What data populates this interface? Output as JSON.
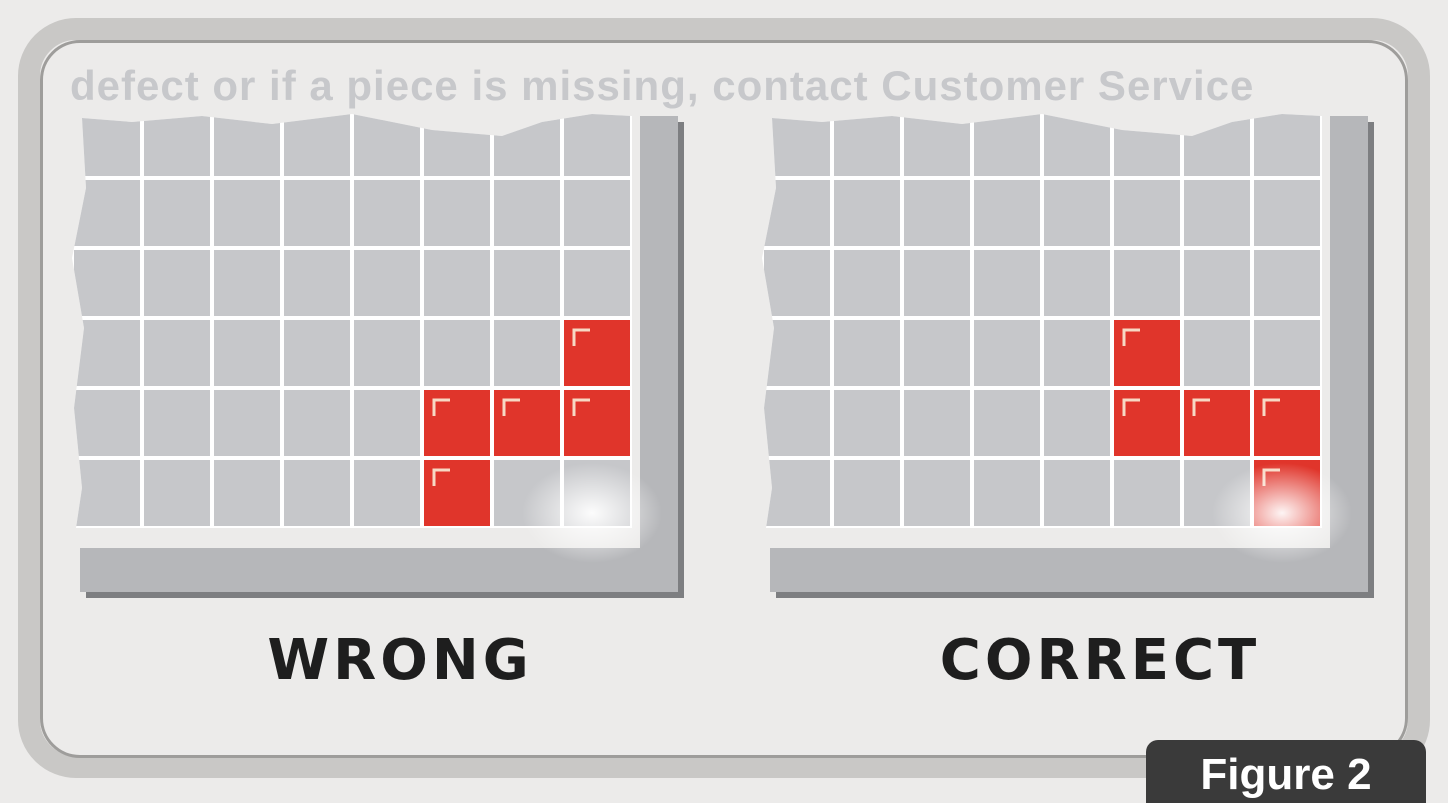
{
  "background_text": "defect or if a piece is missing, contact Customer Service",
  "boards": [
    {
      "label": "WRONG",
      "highlighted_cells": [
        [
          3,
          7
        ],
        [
          4,
          5
        ],
        [
          4,
          6
        ],
        [
          4,
          7
        ],
        [
          5,
          5
        ]
      ]
    },
    {
      "label": "CORRECT",
      "highlighted_cells": [
        [
          3,
          5
        ],
        [
          4,
          5
        ],
        [
          4,
          6
        ],
        [
          4,
          7
        ],
        [
          5,
          7
        ]
      ]
    }
  ],
  "grid": {
    "rows": 6,
    "cols": 8
  },
  "figure_tag": "Figure 2",
  "colors": {
    "cell": "#c6c7ca",
    "grid_line": "#ffffff",
    "piece": "#e0352b",
    "tray": "#b6b7ba",
    "tray_shadow": "#7d7e81",
    "frame": "#c9c8c6",
    "tag_bg": "#3a3a3a"
  }
}
